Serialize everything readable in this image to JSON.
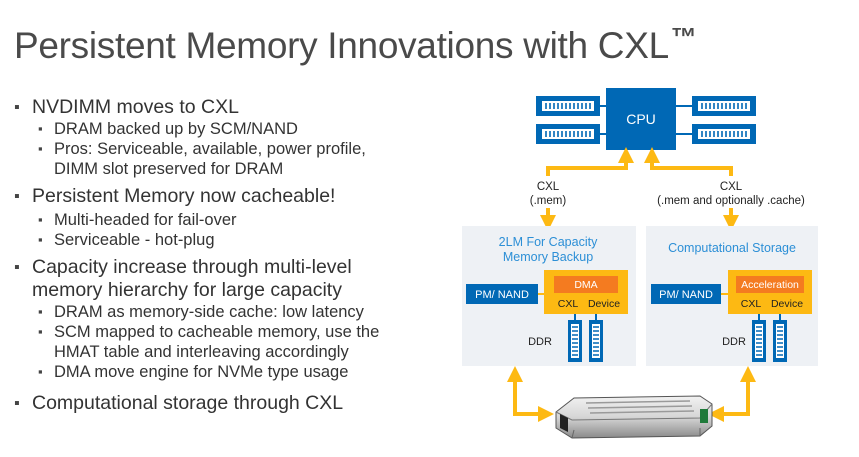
{
  "title": "Persistent Memory Innovations with CXL",
  "title_mark": "™",
  "bullets": [
    {
      "text": "NVDIMM moves to CXL",
      "sub": [
        "DRAM backed up by SCM/NAND",
        "Pros: Serviceable, available, power profile, DIMM slot preserved for DRAM"
      ]
    },
    {
      "text": "Persistent Memory now cacheable!",
      "sub": [
        "Multi-headed for fail-over",
        "Serviceable - hot-plug"
      ]
    },
    {
      "text": "Capacity increase through multi-level memory hierarchy for large capacity",
      "sub": [
        "DRAM as memory-side cache: low latency",
        "SCM mapped to cacheable memory, use the HMAT table and interleaving accordingly",
        "DMA move engine for NVMe type usage"
      ]
    },
    {
      "text": "Computational storage through CXL",
      "sub": []
    }
  ],
  "diagram": {
    "cpu_label": "CPU",
    "left_link": {
      "line1": "CXL",
      "line2": "(.mem)"
    },
    "right_link": {
      "line1": "CXL",
      "line2": "(.mem and optionally .cache)"
    },
    "left_box": {
      "title_line1": "2LM For Capacity",
      "title_line2": "Memory Backup",
      "pm_label": "PM/ NAND",
      "engine_label": "DMA",
      "cxl_label": "CXL",
      "device_label": "Device",
      "ddr_label": "DDR"
    },
    "right_box": {
      "title": "Computational Storage",
      "pm_label": "PM/ NAND",
      "engine_label": "Acceleration",
      "cxl_label": "CXL",
      "device_label": "Device",
      "ddr_label": "DDR"
    },
    "colors": {
      "blue": "#0068b5",
      "light_blue": "#0097d9",
      "orange": "#f47b20",
      "yellow": "#fdb913",
      "panel": "#eef1f5",
      "panel_text": "#2c8fd6"
    }
  }
}
